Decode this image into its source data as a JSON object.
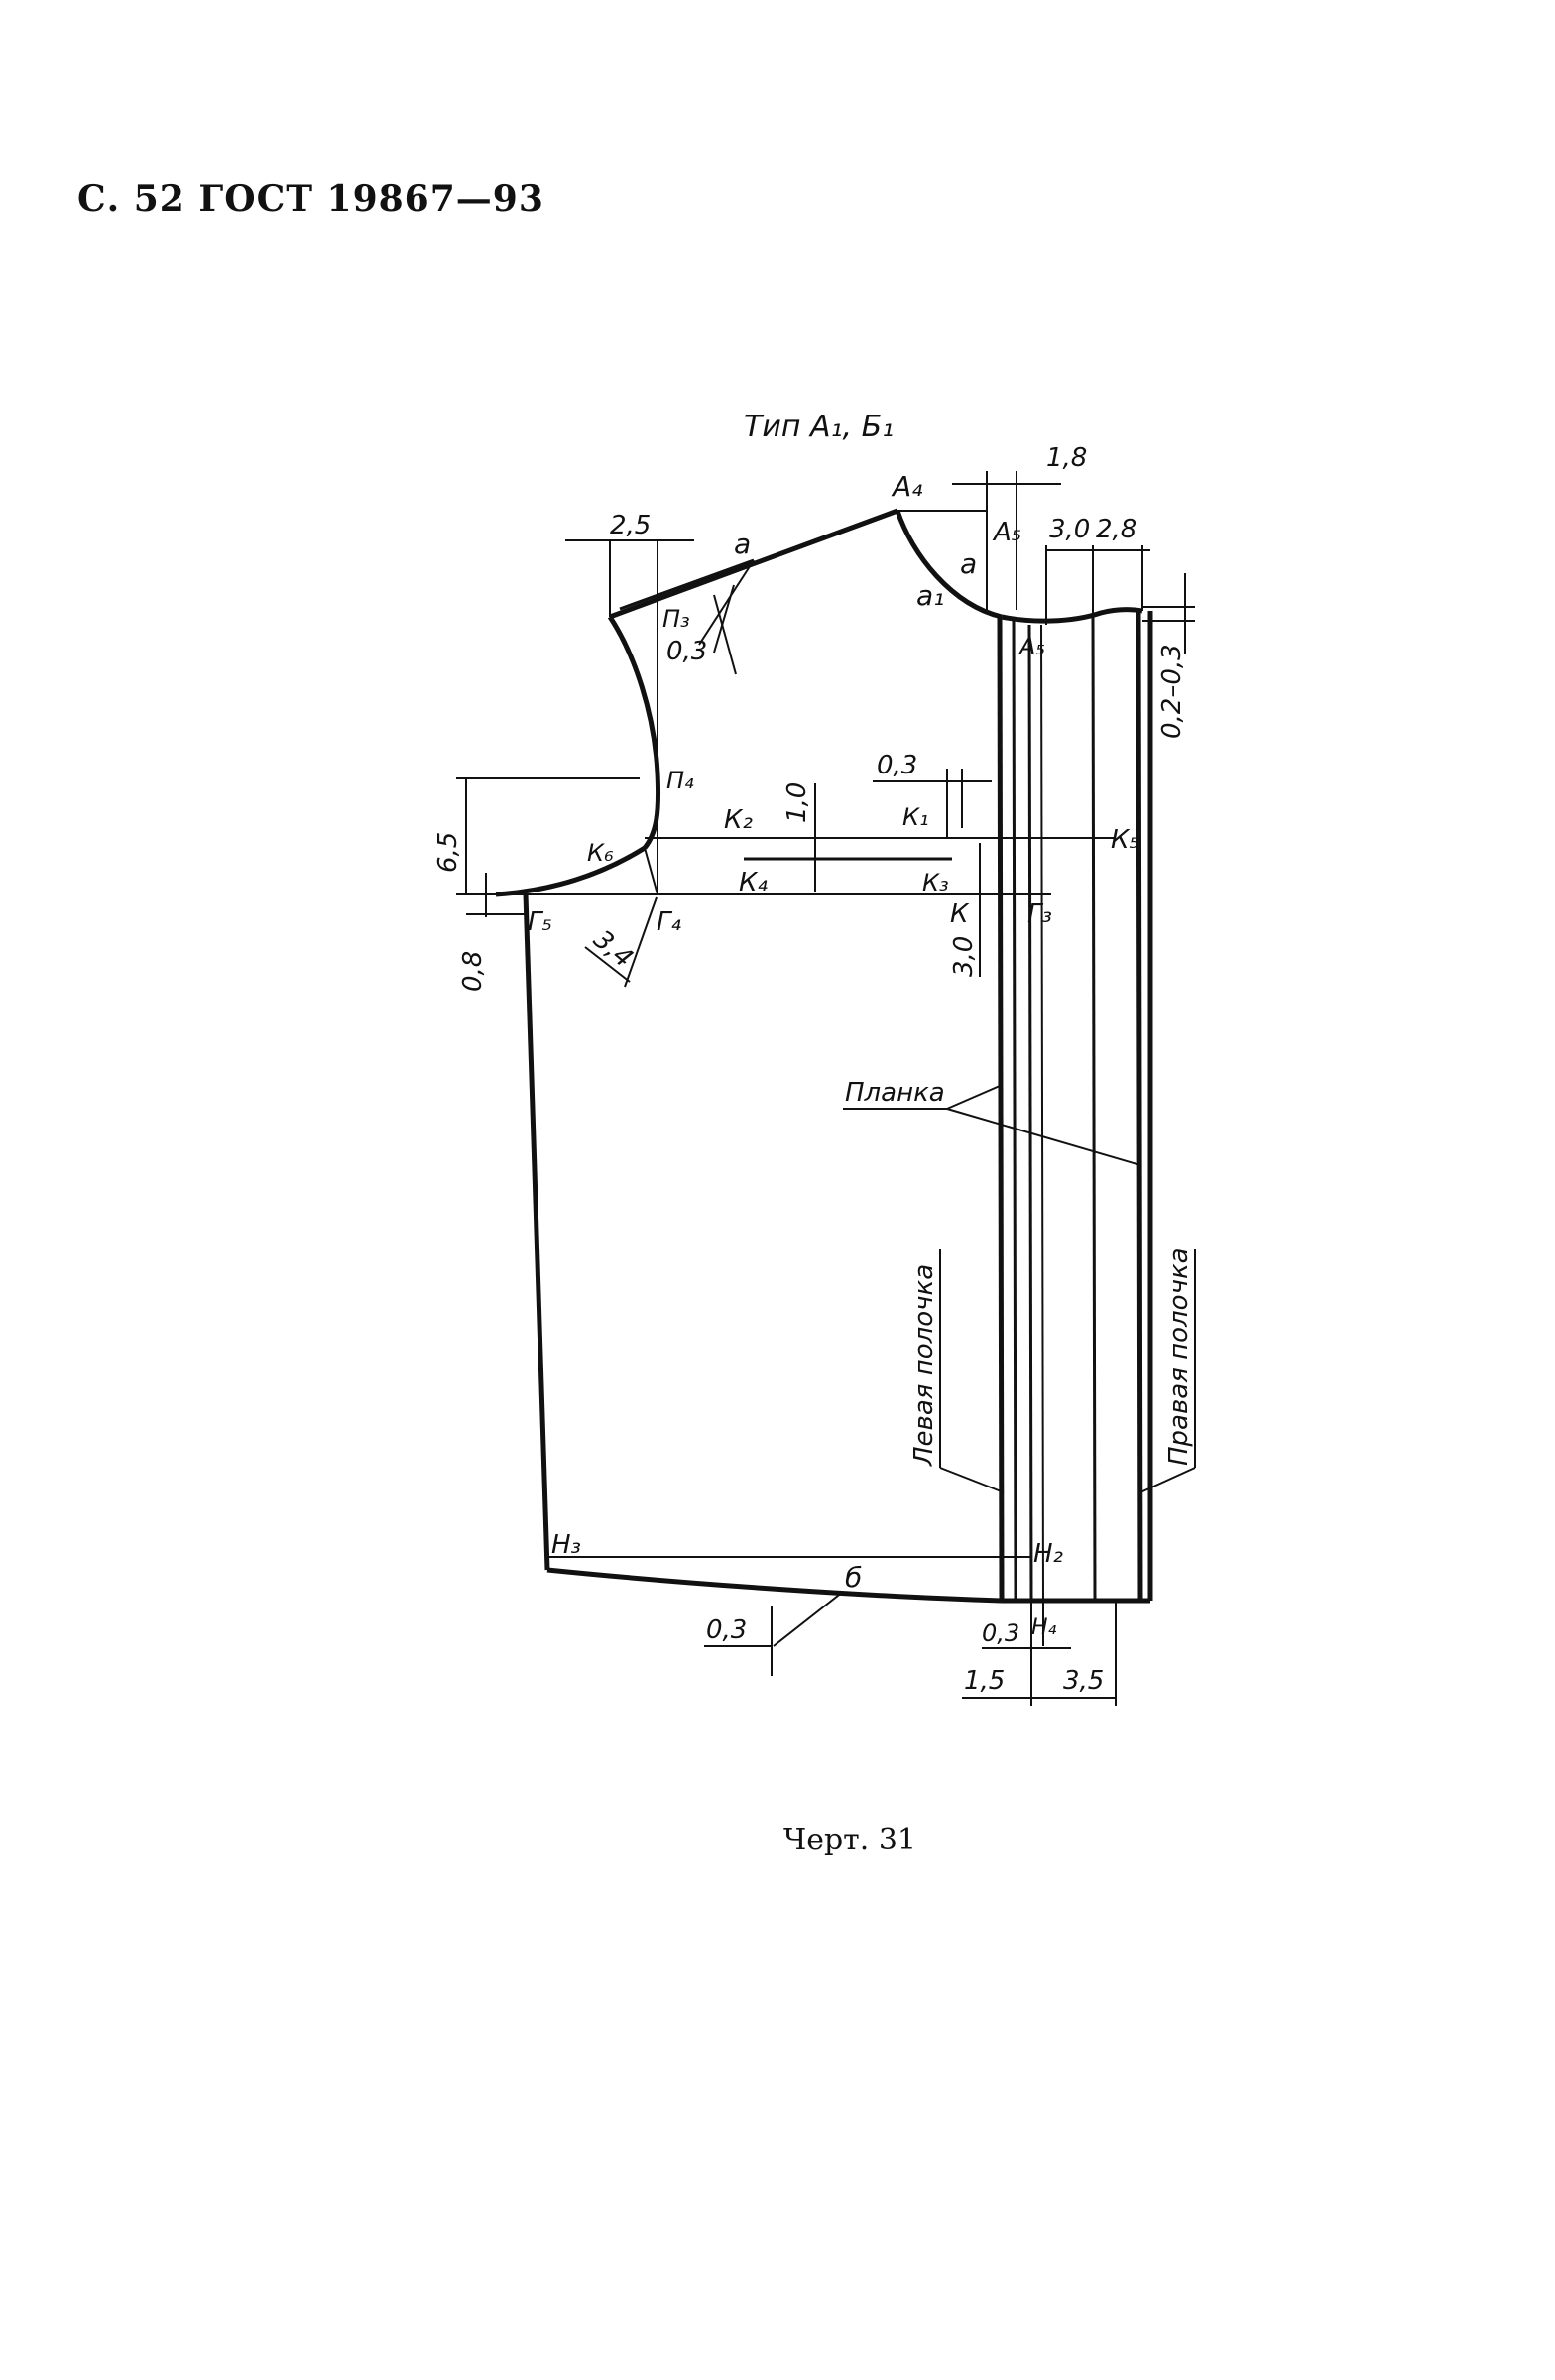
{
  "header": {
    "text": "С. 52 ГОСТ 19867—93"
  },
  "caption": {
    "text": "Черт. 31"
  },
  "drawing": {
    "title": "Тип А₁, Б₁",
    "points": {
      "a4": "А₄",
      "a5_top": "А₅",
      "a5": "А₅",
      "a": "а",
      "a_right": "а",
      "a1": "а₁",
      "p3": "П₃",
      "p4": "П₄",
      "k6": "К₆",
      "k2": "К₂",
      "k1": "К₁",
      "k4": "К₄",
      "k3": "К₃",
      "k": "К",
      "k5": "К₅",
      "g5": "Г₅",
      "g4": "Г₄",
      "g3": "Г₃",
      "n3": "Н₃",
      "n2": "Н₂",
      "n4": "Н₄",
      "b": "б"
    },
    "dimensions": {
      "d1_8": "1,8",
      "d2_5": "2,5",
      "d3_0_top": "3,0",
      "d2_8": "2,8",
      "d0_3_p3": "0,3",
      "d0_2_0_3": "0,2–0,3",
      "d0_3_k": "0,3",
      "d1_0": "1,0",
      "d6_5": "6,5",
      "d0_8": "0,8",
      "d3_4": "3,4",
      "d3_0_k": "3,0",
      "d0_3_b": "0,3",
      "d0_3_n4": "0,3",
      "d1_5": "1,5",
      "d3_5": "3,5"
    },
    "labels": {
      "planka": "Планка",
      "left_front": "Левая полочка",
      "right_front": "Правая полочка"
    }
  }
}
